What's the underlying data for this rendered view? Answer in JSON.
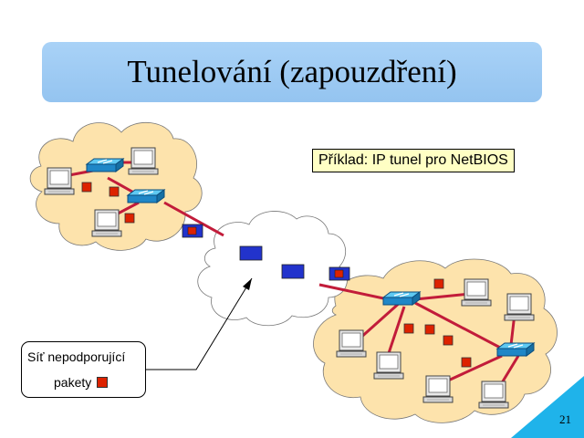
{
  "title": "Tunelování (zapouzdření)",
  "example_label": "Příklad: IP tunel pro NetBIOS",
  "callout": {
    "line1": "Síť nepodporující",
    "line2": "pakety"
  },
  "page_number": "21",
  "colors": {
    "title_bg": "#a9d2f7",
    "cloud_lan": "#fde3ac",
    "cloud_internet": "#ffffff",
    "link": "#c21c3a",
    "packet_red": "#dd2200",
    "packet_blue": "#2233cc",
    "corner_triangle": "#1fb3ea",
    "note_bg": "#ffffc4"
  },
  "icons": [
    "switch-icon",
    "computer-icon",
    "packet-icon",
    "cloud-icon"
  ]
}
